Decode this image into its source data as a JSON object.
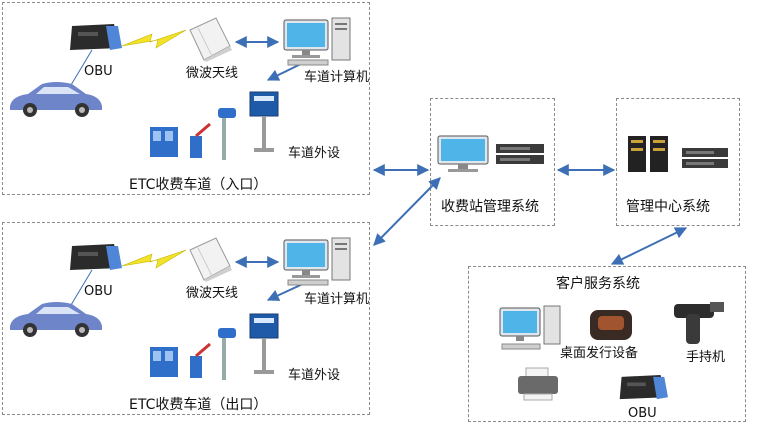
{
  "lanes": [
    {
      "title": "ETC收费车道（入口）",
      "obu": "OBU",
      "antenna": "微波天线",
      "computer": "车道计算机",
      "peripherals": "车道外设"
    },
    {
      "title": "ETC收费车道（出口）",
      "obu": "OBU",
      "antenna": "微波天线",
      "computer": "车道计算机",
      "peripherals": "车道外设"
    }
  ],
  "station": {
    "title": "收费站管理系统"
  },
  "center": {
    "title": "管理中心系统"
  },
  "customer": {
    "title": "客户服务系统",
    "desktop_device": "桌面发行设备",
    "handheld": "手持机",
    "obu": "OBU"
  },
  "colors": {
    "arrow": "#3c6fb5",
    "lightning": "#f2e22a",
    "car": "#6f85c9"
  }
}
